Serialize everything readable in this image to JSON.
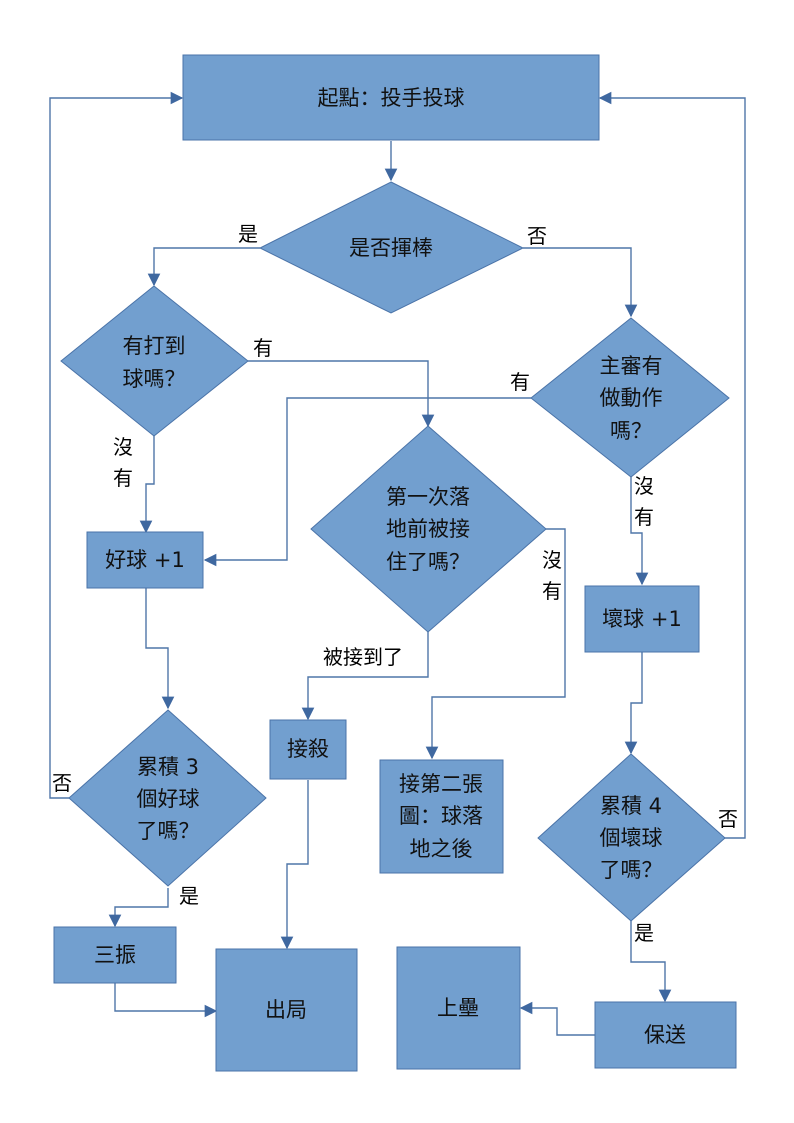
{
  "diagram": {
    "type": "flowchart",
    "colors": {
      "node_fill": "#729fcf",
      "node_border": "#4a73a8",
      "connector": "#4f76a8",
      "text": "#111111"
    },
    "nodes": {
      "start": {
        "shape": "rect",
        "lines": [
          "起點：投手投球"
        ]
      },
      "swing": {
        "shape": "diamond",
        "lines": [
          "是否揮棒"
        ]
      },
      "hit": {
        "shape": "diamond",
        "lines": [
          "有打到",
          "球嗎？"
        ]
      },
      "umpire": {
        "shape": "diamond",
        "lines": [
          "主審有",
          "做動作",
          "嗎？"
        ]
      },
      "caught": {
        "shape": "diamond",
        "lines": [
          "第一次落",
          "地前被接",
          "住了嗎？"
        ]
      },
      "strike": {
        "shape": "rect",
        "lines": [
          "好球 +1"
        ]
      },
      "ball": {
        "shape": "rect",
        "lines": [
          "壞球 +1"
        ]
      },
      "flyout": {
        "shape": "rect",
        "lines": [
          "接殺"
        ]
      },
      "next": {
        "shape": "rect",
        "lines": [
          "接第二張",
          "圖：球落",
          "地之後"
        ]
      },
      "three_strikes": {
        "shape": "diamond",
        "lines": [
          "累積 3",
          "個好球",
          "了嗎？"
        ]
      },
      "four_balls": {
        "shape": "diamond",
        "lines": [
          "累積 4",
          "個壞球",
          "了嗎？"
        ]
      },
      "strikeout": {
        "shape": "rect",
        "lines": [
          "三振"
        ]
      },
      "out": {
        "shape": "rect",
        "lines": [
          "出局"
        ]
      },
      "on_base": {
        "shape": "rect",
        "lines": [
          "上壘"
        ]
      },
      "walk": {
        "shape": "rect",
        "lines": [
          "保送"
        ]
      }
    },
    "edges": [
      {
        "from": "start",
        "to": "swing",
        "label": ""
      },
      {
        "from": "swing",
        "to": "hit",
        "label": "是"
      },
      {
        "from": "swing",
        "to": "umpire",
        "label": "否"
      },
      {
        "from": "hit",
        "to": "caught",
        "label": "有"
      },
      {
        "from": "hit",
        "to": "strike",
        "label": "沒有"
      },
      {
        "from": "umpire",
        "to": "strike",
        "label": "有"
      },
      {
        "from": "umpire",
        "to": "ball",
        "label": "沒有"
      },
      {
        "from": "caught",
        "to": "flyout",
        "label": "被接到了"
      },
      {
        "from": "caught",
        "to": "next",
        "label": "沒有"
      },
      {
        "from": "strike",
        "to": "three_strikes",
        "label": ""
      },
      {
        "from": "three_strikes",
        "to": "start",
        "label": "否"
      },
      {
        "from": "three_strikes",
        "to": "strikeout",
        "label": "是"
      },
      {
        "from": "flyout",
        "to": "out",
        "label": ""
      },
      {
        "from": "strikeout",
        "to": "out",
        "label": ""
      },
      {
        "from": "ball",
        "to": "four_balls",
        "label": ""
      },
      {
        "from": "four_balls",
        "to": "start",
        "label": "否"
      },
      {
        "from": "four_balls",
        "to": "walk",
        "label": "是"
      },
      {
        "from": "walk",
        "to": "on_base",
        "label": ""
      }
    ],
    "edge_labels": {
      "swing_yes": "是",
      "swing_no": "否",
      "hit_yes": "有",
      "hit_no_1": "沒",
      "hit_no_2": "有",
      "umpire_yes": "有",
      "umpire_no_1": "沒",
      "umpire_no_2": "有",
      "caught_yes": "被接到了",
      "caught_no_1": "沒",
      "caught_no_2": "有",
      "three_no": "否",
      "three_yes": "是",
      "four_no": "否",
      "four_yes": "是"
    }
  }
}
